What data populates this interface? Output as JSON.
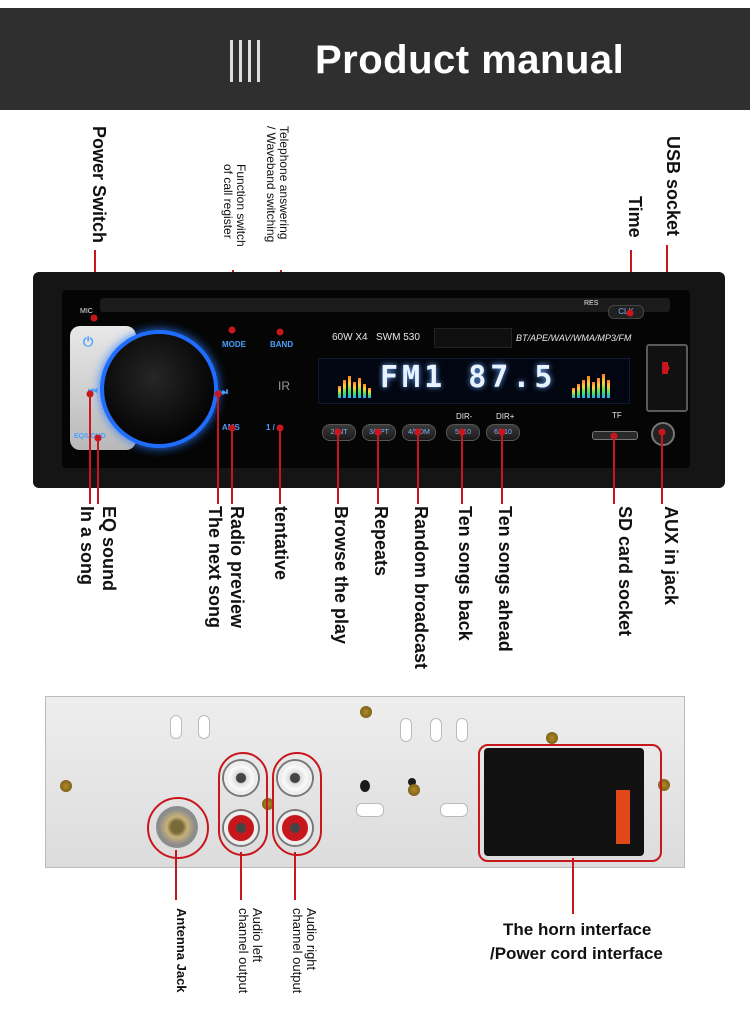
{
  "header": {
    "title": "Product manual"
  },
  "front_labels": {
    "power_switch": "Power Switch",
    "telephone": [
      "Telephone answering",
      "/ Waveband switching"
    ],
    "function_switch": [
      "Function switch",
      "of call register"
    ],
    "usb_socket": "USB socket",
    "time": "Time",
    "eq_sound": "EQ sound",
    "in_a_song": "In a song",
    "radio_preview": "Radio preview",
    "next_song": "The next song",
    "tentative": "tentative",
    "browse": "Browse the play",
    "repeats": "Repeats",
    "random": "Random broadcast",
    "ten_back": "Ten songs back",
    "ten_ahead": "Ten songs ahead",
    "sd_card": "SD card socket",
    "aux": "AUX in jack"
  },
  "device": {
    "mic": "MIC",
    "res": "RES",
    "clk": "CLK",
    "power_glyph": "⏻",
    "mode": "MODE",
    "band": "BAND",
    "model": "60W X4",
    "series": "SWM 530",
    "formats": "BT/APE/WAV/WMA/MP3/FM",
    "lcd": "FM1 87.5",
    "prev_glyph": "⏮",
    "next_glyph": "⏭",
    "eq_loud": "EQ/LOUD",
    "ams": "AMS",
    "play_btn": "1 / ⏯",
    "btn_int": "2/INT",
    "btn_rpt": "3/RPT",
    "btn_rdm": "4/RDM",
    "btn_back": "5/-10",
    "btn_ahead": "6/+10",
    "dir_minus": "DIR-",
    "dir_plus": "DIR+",
    "tf": "TF",
    "ir": "IR"
  },
  "rear_labels": {
    "antenna": "Antenna Jack",
    "audio_left": [
      "Audio left",
      "channel output"
    ],
    "audio_right": [
      "Audio right",
      "channel output"
    ],
    "horn": [
      "The horn interface",
      "/Power cord interface"
    ]
  },
  "colors": {
    "accent_red": "#c8161d",
    "header_bg": "#2f2f2f",
    "knob_ring": "#1f6dff"
  }
}
